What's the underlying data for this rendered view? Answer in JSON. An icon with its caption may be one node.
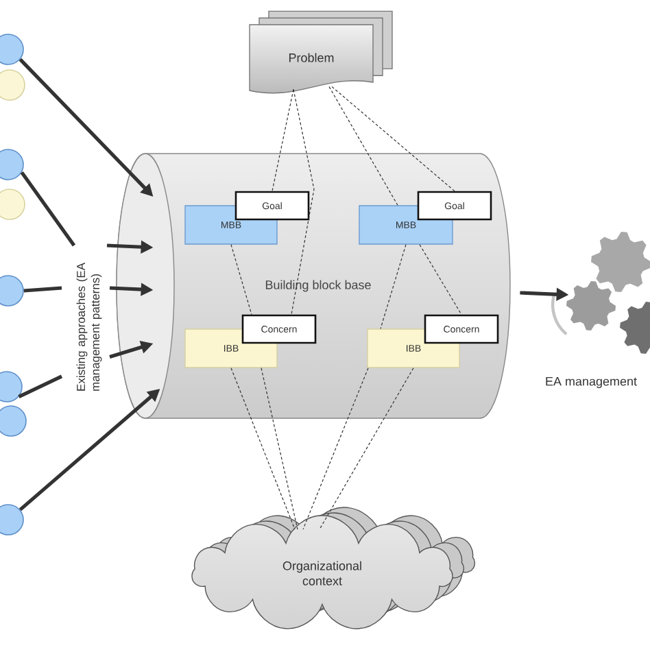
{
  "diagram": {
    "nodes": [
      {
        "text": [
          "Problem"
        ]
      },
      {
        "text": [
          "Building block base"
        ]
      },
      {
        "text": [
          "MBB"
        ],
        "in": 1
      },
      {
        "text": [
          "Goal"
        ],
        "in": 1
      },
      {
        "text": [
          "MBB"
        ],
        "in": 1
      },
      {
        "text": [
          "Goal"
        ],
        "in": 1
      },
      {
        "text": [
          "IBB"
        ],
        "in": 1
      },
      {
        "text": [
          "Concern"
        ],
        "in": 1
      },
      {
        "text": [
          "IBB"
        ],
        "in": 1
      },
      {
        "text": [
          "Concern"
        ],
        "in": 1
      },
      {
        "text": [
          "Organizational context"
        ]
      },
      {
        "text": [],
        "shape": "picture",
        "beside": [
          "EA management"
        ]
      },
      {
        "text": [],
        "shape": "circle"
      },
      {
        "text": [],
        "shape": "circle"
      },
      {
        "text": [],
        "shape": "circle"
      },
      {
        "text": [],
        "shape": "circle"
      },
      {
        "text": [],
        "shape": "circle"
      },
      {
        "text": [],
        "shape": "circle"
      },
      {
        "text": [],
        "shape": "circle"
      },
      {
        "text": [],
        "shape": "circle"
      },
      {
        "text": [
          "Existing approaches (EA management patterns)"
        ]
      }
    ],
    "edges": [
      {
        "from": 12,
        "to": 1,
        "arrow": "to",
        "style": "thick"
      },
      {
        "from": 14,
        "to": 20,
        "arrow": "none",
        "style": "thick"
      },
      {
        "from": 20,
        "to": 1,
        "arrow": "to",
        "style": "thick"
      },
      {
        "from": 16,
        "to": 20,
        "arrow": "none",
        "style": "thick"
      },
      {
        "from": 20,
        "to": 1,
        "arrow": "to",
        "style": "thick"
      },
      {
        "from": 17,
        "to": 20,
        "arrow": "none",
        "style": "thick"
      },
      {
        "from": 20,
        "to": 1,
        "arrow": "to",
        "style": "thick"
      },
      {
        "from": 19,
        "to": 1,
        "arrow": "to",
        "style": "thick"
      },
      {
        "from": 1,
        "to": 11,
        "arrow": "to",
        "style": "thick"
      },
      {
        "from": 0,
        "to": 3,
        "arrow": "none",
        "style": "dashed"
      },
      {
        "from": 0,
        "to": 7,
        "arrow": "none",
        "style": "dashed"
      },
      {
        "from": 0,
        "to": 4,
        "arrow": "none",
        "style": "dashed"
      },
      {
        "from": 0,
        "to": 5,
        "arrow": "none",
        "style": "dashed"
      },
      {
        "from": 2,
        "to": 7,
        "arrow": "none",
        "style": "dashed"
      },
      {
        "from": 4,
        "to": 8,
        "arrow": "none",
        "style": "dashed"
      },
      {
        "from": 4,
        "to": 9,
        "arrow": "none",
        "style": "dashed"
      },
      {
        "from": 6,
        "to": 10,
        "arrow": "none",
        "style": "dashed"
      },
      {
        "from": 6,
        "to": 10,
        "arrow": "none",
        "style": "dashed"
      },
      {
        "from": 8,
        "to": 10,
        "arrow": "none",
        "style": "dashed"
      },
      {
        "from": 8,
        "to": 10,
        "arrow": "none",
        "style": "dashed"
      }
    ]
  }
}
